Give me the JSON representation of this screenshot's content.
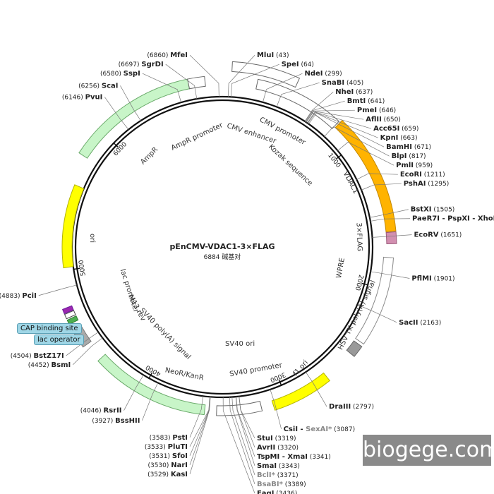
{
  "plasmid": {
    "name": "pEnCMV-VDAC1-3×FLAG",
    "size": "6884 碱基对"
  },
  "map": {
    "total_bp": 6884
  },
  "ticks": [
    {
      "bp": 1000,
      "label": "1000"
    },
    {
      "bp": 2000,
      "label": "2000"
    },
    {
      "bp": 3000,
      "label": "3000"
    },
    {
      "bp": 4000,
      "label": "4000"
    },
    {
      "bp": 5000,
      "label": "5000"
    },
    {
      "bp": 6000,
      "label": "6000"
    }
  ],
  "features": [
    {
      "id": "cmv-promoter",
      "label": "CMV promoter",
      "start": 230,
      "end": 820,
      "color": "#ffffff",
      "stroke": "#666666",
      "r": 236
    },
    {
      "id": "cmv-enhancer",
      "label": "CMV enhancer",
      "start": 60,
      "end": 470,
      "color": "#ffffff",
      "stroke": "#666666",
      "r": 256
    },
    {
      "id": "vdac1",
      "label": "VDAC1",
      "start": 830,
      "end": 1620,
      "color": "#ffb300",
      "stroke": "#c48800",
      "r": 240
    },
    {
      "id": "3xflag",
      "label": "3×FLAG",
      "start": 1625,
      "end": 1700,
      "color": "#d28fb0",
      "stroke": "#9b5a7a",
      "r": 240
    },
    {
      "id": "wpre",
      "label": "WPRE",
      "start": 1790,
      "end": 2380,
      "color": "#ffffff",
      "stroke": "#888888",
      "r": 236
    },
    {
      "id": "hsv-tk-polya",
      "label": "HSV TK poly(A) signal",
      "start": 2400,
      "end": 2480,
      "color": "#999999",
      "stroke": "#666666",
      "r": 236
    },
    {
      "id": "f1-ori",
      "label": "f1 ori",
      "start": 2700,
      "end": 3100,
      "color": "#ffff00",
      "stroke": "#b3b300",
      "r": 236
    },
    {
      "id": "sv40-promoter",
      "label": "SV40 promoter",
      "start": 3180,
      "end": 3480,
      "color": "#ffffff",
      "stroke": "#666666",
      "r": 232
    },
    {
      "id": "neor-kanr",
      "label": "NeoR/KanR",
      "start": 3560,
      "end": 4350,
      "color": "#c8f5c8",
      "stroke": "#6aaa6a",
      "r": 232
    },
    {
      "id": "sv40-polya",
      "label": "SV40 poly(A) signal",
      "start": 4480,
      "end": 4600,
      "color": "#aaaaaa",
      "stroke": "#777777",
      "r": 236
    },
    {
      "id": "lac-operator",
      "label": "lac operator",
      "start": 4650,
      "end": 4680,
      "color": "#4caf50",
      "stroke": "#2e7d32",
      "r": 236
    },
    {
      "id": "lac-promoter",
      "label": "lac promoter",
      "start": 4690,
      "end": 4720,
      "color": "#ffffff",
      "stroke": "#444444",
      "r": 236
    },
    {
      "id": "m13-rev",
      "label": "M13 rev",
      "start": 4725,
      "end": 4755,
      "color": "#9c27b0",
      "stroke": "#6a1b9a",
      "r": 236
    },
    {
      "id": "ori",
      "label": "ori",
      "start": 5020,
      "end": 5600,
      "color": "#ffff00",
      "stroke": "#b3b300",
      "r": 220
    },
    {
      "id": "ampr",
      "label": "AmpR",
      "start": 5800,
      "end": 6660,
      "color": "#c8f5c8",
      "stroke": "#6aaa6a",
      "r": 236
    },
    {
      "id": "ampr-promoter",
      "label": "AmpR promoter",
      "start": 6660,
      "end": 6770,
      "color": "#ffffff",
      "stroke": "#666666",
      "r": 236
    }
  ],
  "inner_labels": [
    {
      "id": "cmv-enhancer-label",
      "text": "CMV enhancer"
    },
    {
      "id": "cmv-promoter-label",
      "text": "CMV promoter"
    },
    {
      "id": "kozak-label",
      "text": "Kozak sequence"
    },
    {
      "id": "vdac1-label",
      "text": "VDAC1"
    },
    {
      "id": "flag-label",
      "text": "3×FLAG"
    },
    {
      "id": "wpre-label",
      "text": "WPRE"
    },
    {
      "id": "hsv-label",
      "text": "HSV TK poly(A) signal"
    },
    {
      "id": "sv40ori-label",
      "text": "SV40 ori"
    },
    {
      "id": "f1ori-label",
      "text": "f1 ori"
    },
    {
      "id": "sv40prom-label",
      "text": "SV40 promoter"
    },
    {
      "id": "neor-label",
      "text": "NeoR/KanR"
    },
    {
      "id": "sv40polya-label",
      "text": "SV40 poly(A) signal"
    },
    {
      "id": "m13-label",
      "text": "M13 rev"
    },
    {
      "id": "lacprom-label",
      "text": "lac promoter"
    },
    {
      "id": "ori-label",
      "text": "ori"
    },
    {
      "id": "ampr-label",
      "text": "AmpR"
    },
    {
      "id": "amprprom-label",
      "text": "AmpR promoter"
    }
  ],
  "sites": [
    {
      "id": "mfei",
      "name": "MfeI",
      "pos": "(6860)",
      "bp": 6860
    },
    {
      "id": "sgrdi",
      "name": "SgrDI",
      "pos": "(6697)",
      "bp": 6697
    },
    {
      "id": "sspi",
      "name": "SspI",
      "pos": "(6580)",
      "bp": 6580
    },
    {
      "id": "scai",
      "name": "ScaI",
      "pos": "(6256)",
      "bp": 6256
    },
    {
      "id": "pvui",
      "name": "PvuI",
      "pos": "(6146)",
      "bp": 6146
    },
    {
      "id": "mlui",
      "name": "MluI",
      "pos": "(43)",
      "bp": 43
    },
    {
      "id": "spei",
      "name": "SpeI",
      "pos": "(64)",
      "bp": 64
    },
    {
      "id": "ndei",
      "name": "NdeI",
      "pos": "(299)",
      "bp": 299
    },
    {
      "id": "snabi",
      "name": "SnaBI",
      "pos": "(405)",
      "bp": 405
    },
    {
      "id": "nhei",
      "name": "NheI",
      "pos": "(637)",
      "bp": 637
    },
    {
      "id": "bmti",
      "name": "BmtI",
      "pos": "(641)",
      "bp": 641
    },
    {
      "id": "pmei",
      "name": "PmeI",
      "pos": "(646)",
      "bp": 646
    },
    {
      "id": "aflii",
      "name": "AflII",
      "pos": "(650)",
      "bp": 650
    },
    {
      "id": "acc65i",
      "name": "Acc65I",
      "pos": "(659)",
      "bp": 659
    },
    {
      "id": "kpni",
      "name": "KpnI",
      "pos": "(663)",
      "bp": 663
    },
    {
      "id": "bamhi",
      "name": "BamHI",
      "pos": "(671)",
      "bp": 671
    },
    {
      "id": "blpi",
      "name": "BlpI",
      "pos": "(817)",
      "bp": 817
    },
    {
      "id": "pmli",
      "name": "PmlI",
      "pos": "(959)",
      "bp": 959
    },
    {
      "id": "ecori",
      "name": "EcoRI",
      "pos": "(1211)",
      "bp": 1211
    },
    {
      "id": "pshai",
      "name": "PshAI",
      "pos": "(1295)",
      "bp": 1295
    },
    {
      "id": "bstxi",
      "name": "BstXI",
      "pos": "(1505)",
      "bp": 1505
    },
    {
      "id": "paer7i",
      "name": "PaeR7I - PspXI - XhoI",
      "pos": "(1532)",
      "bp": 1532
    },
    {
      "id": "ecorv",
      "name": "EcoRV",
      "pos": "(1651)",
      "bp": 1651
    },
    {
      "id": "pflmi",
      "name": "PflMI",
      "pos": "(1901)",
      "bp": 1901
    },
    {
      "id": "sacii",
      "name": "SacII",
      "pos": "(2163)",
      "bp": 2163
    },
    {
      "id": "draiii",
      "name": "DraIII",
      "pos": "(2797)",
      "bp": 2797
    },
    {
      "id": "csii",
      "name": "CsiI",
      "name2": "SexAI*",
      "pos": "(3087)",
      "bp": 3087
    },
    {
      "id": "stui",
      "name": "StuI",
      "pos": "(3319)",
      "bp": 3319
    },
    {
      "id": "avrii",
      "name": "AvrII",
      "pos": "(3320)",
      "bp": 3320
    },
    {
      "id": "tspmi",
      "name": "TspMI - XmaI",
      "pos": "(3341)",
      "bp": 3341
    },
    {
      "id": "smai",
      "name": "SmaI",
      "pos": "(3343)",
      "bp": 3343
    },
    {
      "id": "bcli",
      "name": "BclI*",
      "pos": "(3371)",
      "bp": 3371,
      "gray": true
    },
    {
      "id": "bsabi",
      "name": "BsaBI*",
      "pos": "(3389)",
      "bp": 3389,
      "gray": true
    },
    {
      "id": "eagi",
      "name": "EagI",
      "pos": "(3436)",
      "bp": 3436
    },
    {
      "id": "kasi",
      "name": "KasI",
      "pos": "(3529)",
      "bp": 3529
    },
    {
      "id": "nari",
      "name": "NarI",
      "pos": "(3530)",
      "bp": 3530
    },
    {
      "id": "sfoi",
      "name": "SfoI",
      "pos": "(3531)",
      "bp": 3531
    },
    {
      "id": "pluti",
      "name": "PluTI",
      "pos": "(3533)",
      "bp": 3533
    },
    {
      "id": "psti",
      "name": "PstI",
      "pos": "(3583)",
      "bp": 3583
    },
    {
      "id": "bsshii",
      "name": "BssHII",
      "pos": "(3927)",
      "bp": 3927
    },
    {
      "id": "rsrii",
      "name": "RsrII",
      "pos": "(4046)",
      "bp": 4046
    },
    {
      "id": "bsmi",
      "name": "BsmI",
      "pos": "(4452)",
      "bp": 4452
    },
    {
      "id": "bstz17i",
      "name": "BstZ17I",
      "pos": "(4504)",
      "bp": 4504
    },
    {
      "id": "pcii",
      "name": "PciI",
      "pos": "(4883)",
      "bp": 4883
    }
  ],
  "callouts": [
    {
      "id": "cap-binding-site",
      "text": "CAP binding site"
    },
    {
      "id": "lac-operator-box",
      "text": "lac operator"
    }
  ],
  "watermark": "biogege.com"
}
